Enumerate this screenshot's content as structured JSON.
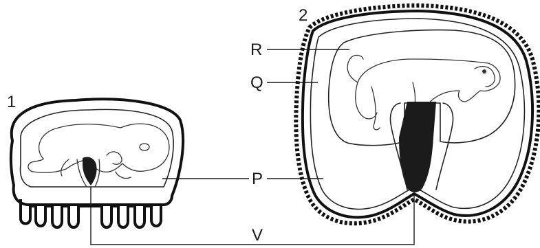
{
  "figure": {
    "panel_1_label": "1",
    "panel_2_label": "2",
    "labels": {
      "R": "R",
      "Q": "Q",
      "P": "P",
      "V": "V"
    }
  }
}
